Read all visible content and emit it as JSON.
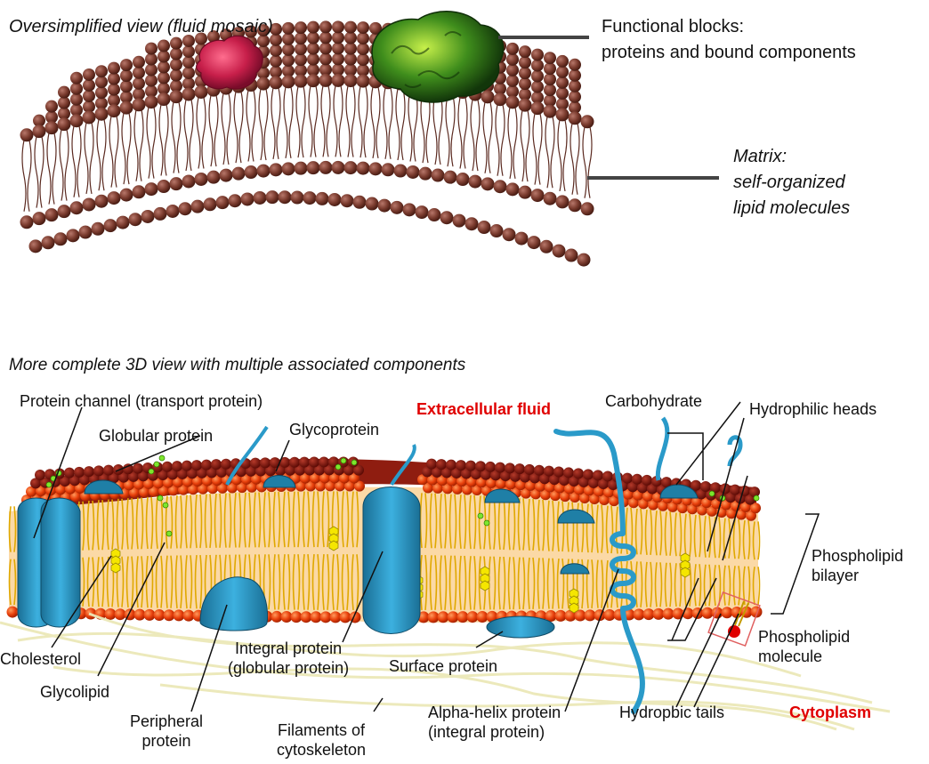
{
  "top": {
    "title": "Oversimplified view (fluid mosaic)",
    "functional": [
      "Functional blocks:",
      "proteins and bound components"
    ],
    "matrix": [
      "Matrix:",
      "self-organized",
      "lipid molecules"
    ]
  },
  "bottom": {
    "title": "More complete 3D view with multiple associated components",
    "labels": {
      "protein_channel": "Protein channel (transport protein)",
      "globular": "Globular protein",
      "glycoprotein": "Glycoprotein",
      "extracellular": "Extracellular fluid",
      "carbohydrate": "Carbohydrate",
      "hydrophilic": "Hydrophilic heads",
      "bilayer": [
        "Phospholipid",
        "bilayer"
      ],
      "molecule": [
        "Phospholipid",
        "molecule"
      ],
      "cholesterol": "Cholesterol",
      "glycolipid": "Glycolipid",
      "integral": [
        "Integral protein",
        "(globular protein)"
      ],
      "surface": "Surface protein",
      "peripheral": [
        "Peripheral",
        "protein"
      ],
      "filaments": [
        "Filaments of",
        "cytoskeleton"
      ],
      "alpha": [
        "Alpha-helix protein",
        "(integral protein)"
      ],
      "tails": "Hydropbic tails",
      "cytoplasm": "Cytoplasm"
    }
  },
  "colors": {
    "lipid_brown": "#7a3b2e",
    "head_orange": "#e8400c",
    "tail_yellow": "#f2c200",
    "protein_blue": "#2a9ac9",
    "highlight_red": "#e00000"
  }
}
